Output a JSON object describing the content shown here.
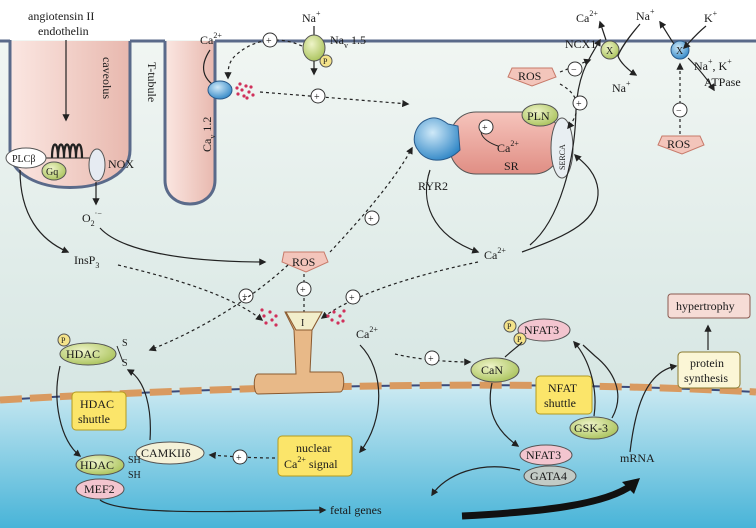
{
  "labels": {
    "stimulus_line1": "angiotensin II",
    "stimulus_line2": "endothelin",
    "caveolus": "caveolus",
    "t_tubule": "T-tubule",
    "plcb": "PLCβ",
    "gq": "Gq",
    "nox": "NOX",
    "superoxide": "O",
    "superoxide_sub": "2",
    "superoxide_sup": "·−",
    "insp3": "InsP",
    "insp3_sub": "3",
    "ca_top": "Ca",
    "ca_sup": "2+",
    "na_top": "Na",
    "na_sup": "+",
    "nav15_a": "Na",
    "nav15_sub": "v",
    "nav15_b": " 1.5",
    "p": "P",
    "cav12_a": "Ca",
    "cav12_sub": "v",
    "cav12_b": " 1.2",
    "ros": "ROS",
    "plus": "+",
    "minus": "−",
    "pln": "PLN",
    "sr_ca": "Ca",
    "sr_ca_sup": "2+",
    "sr": "SR",
    "serca": "SERCA",
    "ryr2": "RYR2",
    "ca_cyto": "Ca",
    "ca_cyto_sup": "2+",
    "ncx_ca": "Ca",
    "ncx_ca_sup": "2+",
    "ncx1": "NCX1",
    "x": "X",
    "nak_na1": "Na",
    "nak_k": "K",
    "nak_na2": "Na",
    "nak_label1": "Na",
    "nak_label1b": ", K",
    "nak_label2": "ATPase",
    "ip3r": "I",
    "ca_nuc_entry": "Ca",
    "hdac": "HDAC",
    "s": "S",
    "hdac_shuttle_1": "HDAC",
    "hdac_shuttle_2": "shuttle",
    "camkii": "CAMKIIδ",
    "sh": "SH",
    "mef2": "MEF2",
    "nuclear_ca_1": "nuclear",
    "nuclear_ca_2a": "Ca",
    "nuclear_ca_2b": " signal",
    "fetal_genes": "fetal genes",
    "nfat3": "NFAT3",
    "can": "CaN",
    "nfat_shuttle_1": "NFAT",
    "nfat_shuttle_2": "shuttle",
    "gsk3": "GSK-3",
    "gata4": "GATA4",
    "mrna": "mRNA",
    "protein_1": "protein",
    "protein_2": "synthesis",
    "hypertrophy": "hypertrophy"
  },
  "colors": {
    "membrane": "#5a6a8a",
    "cytoplasm_top": "#eaf2ee",
    "cytoplasm_bottom": "#d9e8e4",
    "nucleus_top": "#b9e2ee",
    "nucleus_bottom": "#5cc0df",
    "tubule_fill": "#f2d3cc",
    "ros_fill": "#f3c5bb",
    "shuttle_fill": "#fbe56a",
    "channel_blue": "#5aa8d8",
    "pln_green": "#bcd36a",
    "nuclear_pore": "#d99a60"
  }
}
